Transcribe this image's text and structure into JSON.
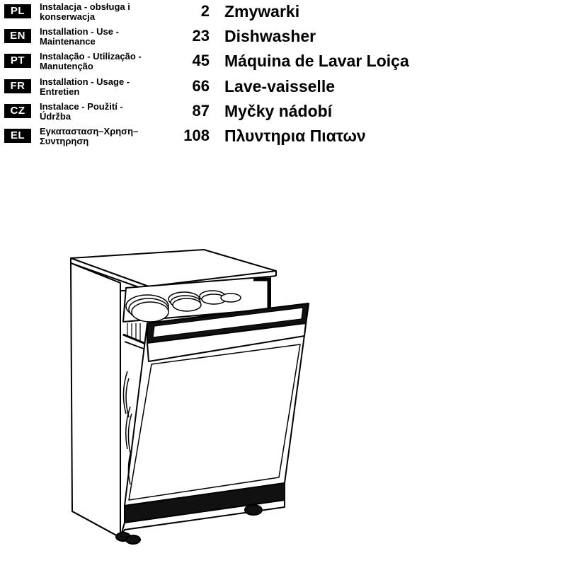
{
  "toc": [
    {
      "code": "PL",
      "desc_line1": "Instalacja - obsługa i",
      "desc_line2": "konserwacja",
      "page": "2",
      "title": "Zmywarki"
    },
    {
      "code": "EN",
      "desc_line1": "Installation - Use -",
      "desc_line2": "Maintenance",
      "page": "23",
      "title": "Dishwasher"
    },
    {
      "code": "PT",
      "desc_line1": "Instalação - Utilização -",
      "desc_line2": "Manutenção",
      "page": "45",
      "title": "Máquina de Lavar Loiça"
    },
    {
      "code": "FR",
      "desc_line1": "Installation - Usage -",
      "desc_line2": "Entretien",
      "page": "66",
      "title": "Lave-vaisselle"
    },
    {
      "code": "CZ",
      "desc_line1": "Instalace - Použití -",
      "desc_line2": "Údržba",
      "page": "87",
      "title": "Myčky nádobí"
    },
    {
      "code": "EL",
      "desc_line1": "Εγκατασταση–Χρηση–",
      "desc_line2": "Συντηρηση",
      "page": "108",
      "title": "Πλυντηρια Πιατων"
    }
  ],
  "colors": {
    "badge_bg": "#000000",
    "badge_text": "#ffffff",
    "text": "#000000",
    "background": "#ffffff"
  }
}
